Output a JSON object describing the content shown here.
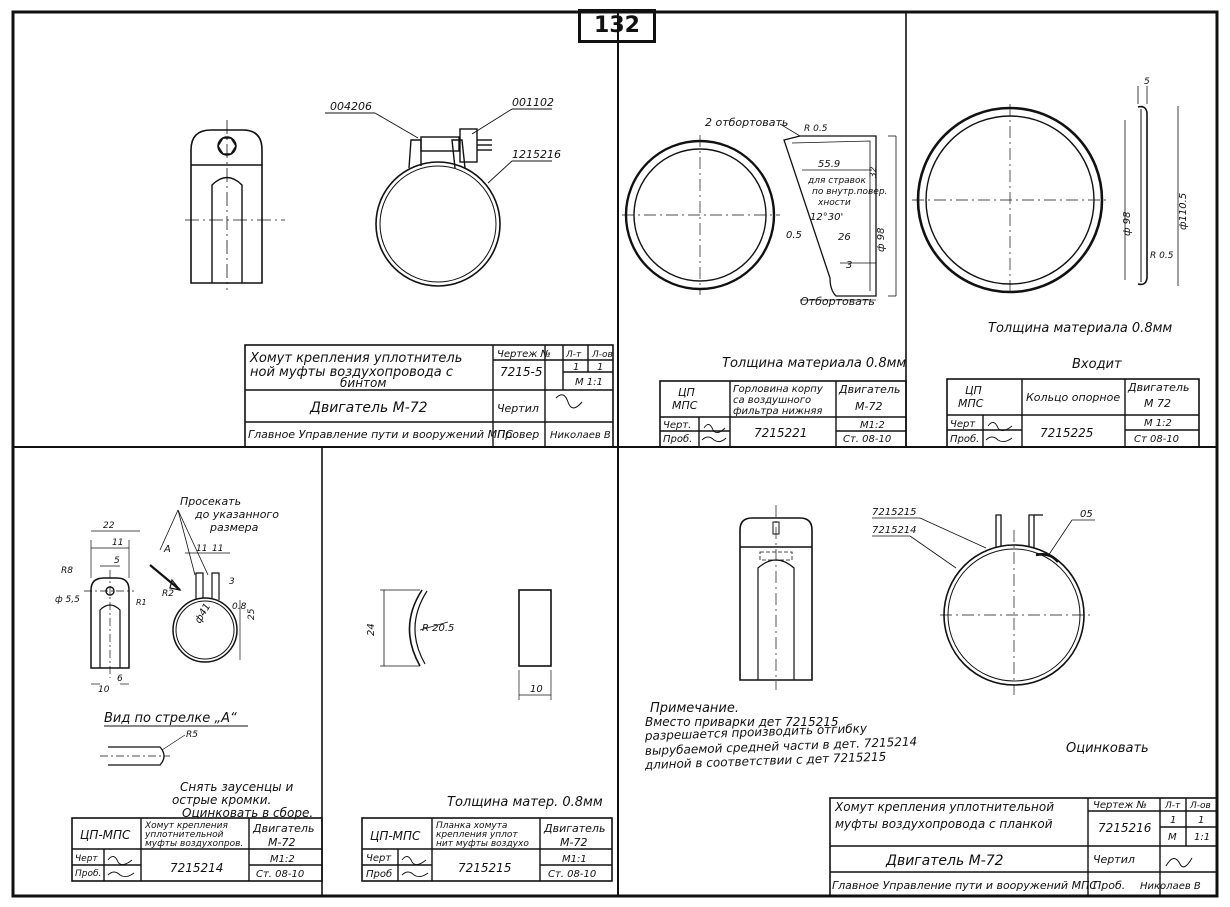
{
  "page_number": "132",
  "panel_1": {
    "callouts": {
      "a": "004206",
      "b": "001102",
      "c": "1215216"
    },
    "title_block": {
      "title_line1": "Хомут крепления уплотнитель",
      "title_line2": "ной муфты воздухопровода с",
      "title_line3": "бинтом",
      "drawing_no_label": "Чертеж №",
      "drawing_no": "7215-5",
      "sheets_label": "Л-т",
      "sheets_value": "1",
      "sheets_total_label": "Л-ов",
      "sheets_total_value": "1",
      "scale": "М 1:1",
      "engine": "Двигатель М-72",
      "drew_label": "Чертил",
      "directorate": "Главное Управление пути и вооружений МПС",
      "checked_label": "Провер",
      "checker": "Николаев В"
    }
  },
  "panel_2": {
    "labels": {
      "flange_top": "2 отбортовать",
      "r05": "R 0.5",
      "d559": "55.9",
      "note1": "для стравок",
      "note2": "по внутр.повер.",
      "note3": "хности",
      "angle": "12°30'",
      "d05": "0.5",
      "d26": "26",
      "d98": "ф 98",
      "d3": "3",
      "dim32": "32",
      "flange_bottom": "Отбортовать"
    },
    "thickness": "Толщина материала 0.8мм",
    "title_block": {
      "org_line1": "ЦП",
      "org_line2": "МПС",
      "name_line1": "Горловина корпу",
      "name_line2": "са воздушного",
      "name_line3": "фильтра нижняя",
      "engine_line1": "Двигатель",
      "engine_line2": "М-72",
      "drew_label": "Черт.",
      "checked_label": "Проб.",
      "drawing_no": "7215221",
      "scale": "М1:2",
      "steel": "Ст. 08-10"
    }
  },
  "panel_3": {
    "labels": {
      "d5": "5",
      "d98": "ф 98",
      "d1105": "ф110.5",
      "r05": "R 0.5"
    },
    "thickness": "Толщина материала 0.8мм",
    "enters": "Входит",
    "title_block": {
      "org_line1": "ЦП",
      "org_line2": "МПС",
      "name": "Кольцо опорное",
      "engine_line1": "Двигатель",
      "engine_line2": "М 72",
      "drew_label": "Черт",
      "checked_label": "Проб.",
      "drawing_no": "7215225",
      "scale": "М 1:2",
      "steel": "Ст 08-10"
    }
  },
  "panel_4": {
    "labels": {
      "cut1": "Просекать",
      "cut2": "до указанного",
      "cut3": "размера",
      "d22": "22",
      "d11": "11",
      "d5": "5",
      "dA": "A",
      "d11b": "11",
      "d11c": "11",
      "d3": "3",
      "r8": "R8",
      "r2": "R2",
      "r1": "R1",
      "phi55": "ф 5,5",
      "phi41": "ф41",
      "d08": "0.8",
      "d25": "25",
      "d10": "10",
      "d6": "6",
      "r5": "R5"
    },
    "view_label": "Вид по стрелке „А“",
    "note_line1": "Снять заусенцы и",
    "note_line2": "острые кромки.",
    "note_line3": "Оцинковать в сборе.",
    "title_block": {
      "org": "ЦП-МПС",
      "name_line1": "Хомут крепления",
      "name_line2": "уплотнительной",
      "name_line3": "муфты воздухопров.",
      "engine_line1": "Двигатель",
      "engine_line2": "М-72",
      "drew_label": "Черт",
      "checked_label": "Проб.",
      "drawing_no": "7215214",
      "scale": "М1:2",
      "steel": "Ст. 08-10"
    }
  },
  "panel_5": {
    "labels": {
      "d24": "24",
      "r205": "R 20.5",
      "d10": "10"
    },
    "thickness": "Толщина матер. 0.8мм",
    "title_block": {
      "org": "ЦП-МПС",
      "name_line1": "Планка хомута",
      "name_line2": "крепления уплот",
      "name_line3": "нит муфты воздухо",
      "engine_line1": "Двигатель",
      "engine_line2": "М-72",
      "drew_label": "Черт",
      "checked_label": "Проб",
      "drawing_no": "7215215",
      "scale": "М1:1",
      "steel": "Ст. 08-10"
    }
  },
  "panel_6": {
    "callouts": {
      "a": "7215215",
      "b": "7215214",
      "c": "05"
    },
    "note_line1": "Примечание.",
    "note_line2": "Вместо приварки дет 7215215",
    "note_line3": "разрешается производить отгибку",
    "note_line4": "вырубаемой средней части в дет. 7215214",
    "note_line5": "длиной в соответствии с дет 7215215",
    "galvanize": "Оцинковать",
    "title_block": {
      "title_line1": "Хомут крепления уплотнительной",
      "title_line2": "муфты воздухопровода с планкой",
      "drawing_no_label": "Чертеж №",
      "drawing_no": "7215216",
      "sheets_label": "Л-т",
      "sheets_value": "1",
      "sheets_total_label": "Л-ов",
      "sheets_total_value": "1",
      "scale_label": "М",
      "scale": "1:1",
      "engine": "Двигатель М-72",
      "drew_label": "Чертил",
      "directorate": "Главное Управление пути и вооружений МПС",
      "checked_label": "Проб.",
      "checker": "Николаев В"
    }
  }
}
